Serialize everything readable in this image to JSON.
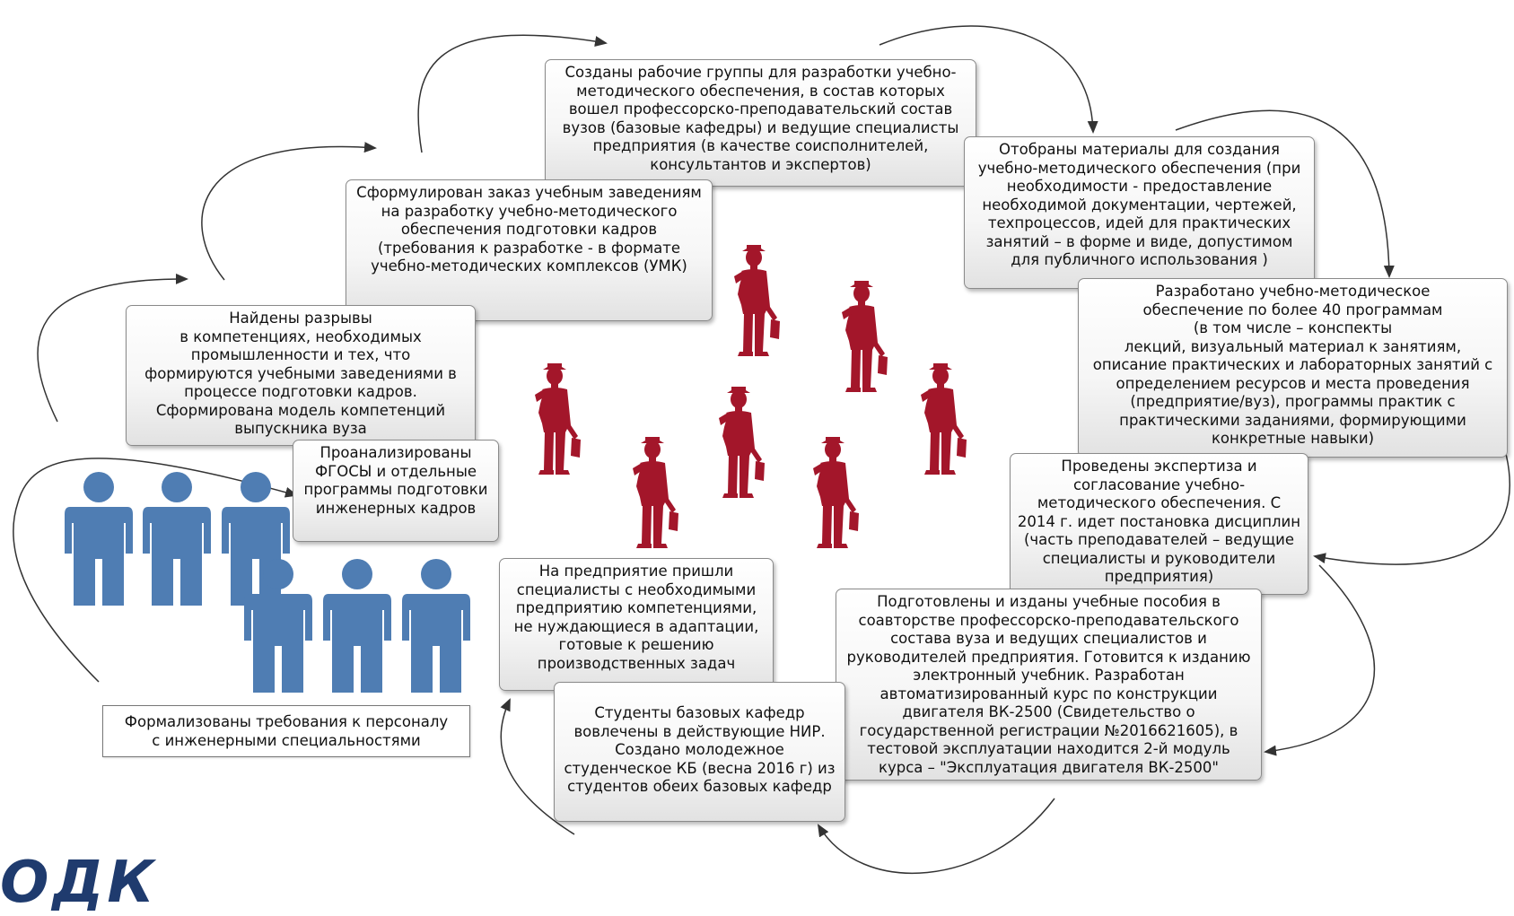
{
  "boxes": {
    "b1": "Созданы рабочие группы для разработки учебно-\nметодического обеспечения, в состав которых\nвошел профессорско-преподавательский состав\nвузов (базовые кафедры) и ведущие специалисты\nпредприятия (в качестве соисполнителей,\nконсультантов и экспертов)",
    "b2": "Сформулирован заказ учебным заведениям\nна разработку учебно-методического\nобеспечения подготовки кадров\n(требования к разработке -   в формате\nучебно-методических комплексов (УМК)",
    "b3": "Отобраны  материалы для создания\nучебно-методического обеспечения (при\nнеобходимости - предоставление\nнеобходимой документации, чертежей,\nтехпроцессов, идей для практических\nзанятий – в форме и виде, допустимом\nдля публичного использования )",
    "b4": "Найдены разрывы\nв компетенциях, необходимых\nпромышленности и тех, что\nформируются  учебными заведениями в\nпроцессе подготовки кадров.\nСформирована модель компетенций\nвыпускника вуза",
    "b5": "Разработано учебно-методическое\n         обеспечение по более 40 программам\n(в том числе – конспекты\nлекций, визуальный материал к занятиям,\nописание практических и лабораторных занятий с\nопределением ресурсов и места проведения\n(предприятие/вуз), программы практик с\nпрактическими заданиями, формирующими\nконкретные навыки)",
    "b6": "Проанализированы\nФГОСЫ и отдельные\nпрограммы подготовки\nинженерных кадров",
    "b7": "Проведены экспертиза и\nсогласование учебно-\nметодического обеспечения. С\n2014 г. идет постановка дисциплин\n(часть преподавателей – ведущие\nспециалисты и руководители\nпредприятия)",
    "b8": "На предприятие пришли\nспециалисты с необходимыми\nпредприятию компетенциями,\nне нуждающиеся в адаптации,\nготовые к решению\nпроизводственных задач",
    "b9": "Подготовлены и изданы  учебные пособия в\nсоавторстве профессорско-преподавательского\nсостава вуза и ведущих специалистов и\nруководителей предприятия. Готовится к изданию\nэлектронный учебник. Разработан\nавтоматизированный курс по конструкции\nдвигателя ВК-2500 (Свидетельство о\nгосударственной регистрации №2016621605), в\nтестовой эксплуатации находится 2-й модуль\nкурса – \"Эксплуатация двигателя ВК-2500\"",
    "b10": "Студенты базовых кафедр\nвовлечены в действующие НИР.\nСоздано молодежное\nстуденческое КБ (весна 2016 г) из\nстудентов обеих базовых кафедр",
    "b11": "Формализованы требования к персоналу\nс инженерными специальностями"
  },
  "logo": "ОДК",
  "icons": {
    "worker_figure": "businessman-with-briefcase-icon",
    "people_figure": "person-icon",
    "flow_arrow": "curved-arrow-icon"
  },
  "colors": {
    "worker": "#a3162a",
    "people": "#4f7db3",
    "logo": "#1f3b6e",
    "arrow": "#333333"
  }
}
